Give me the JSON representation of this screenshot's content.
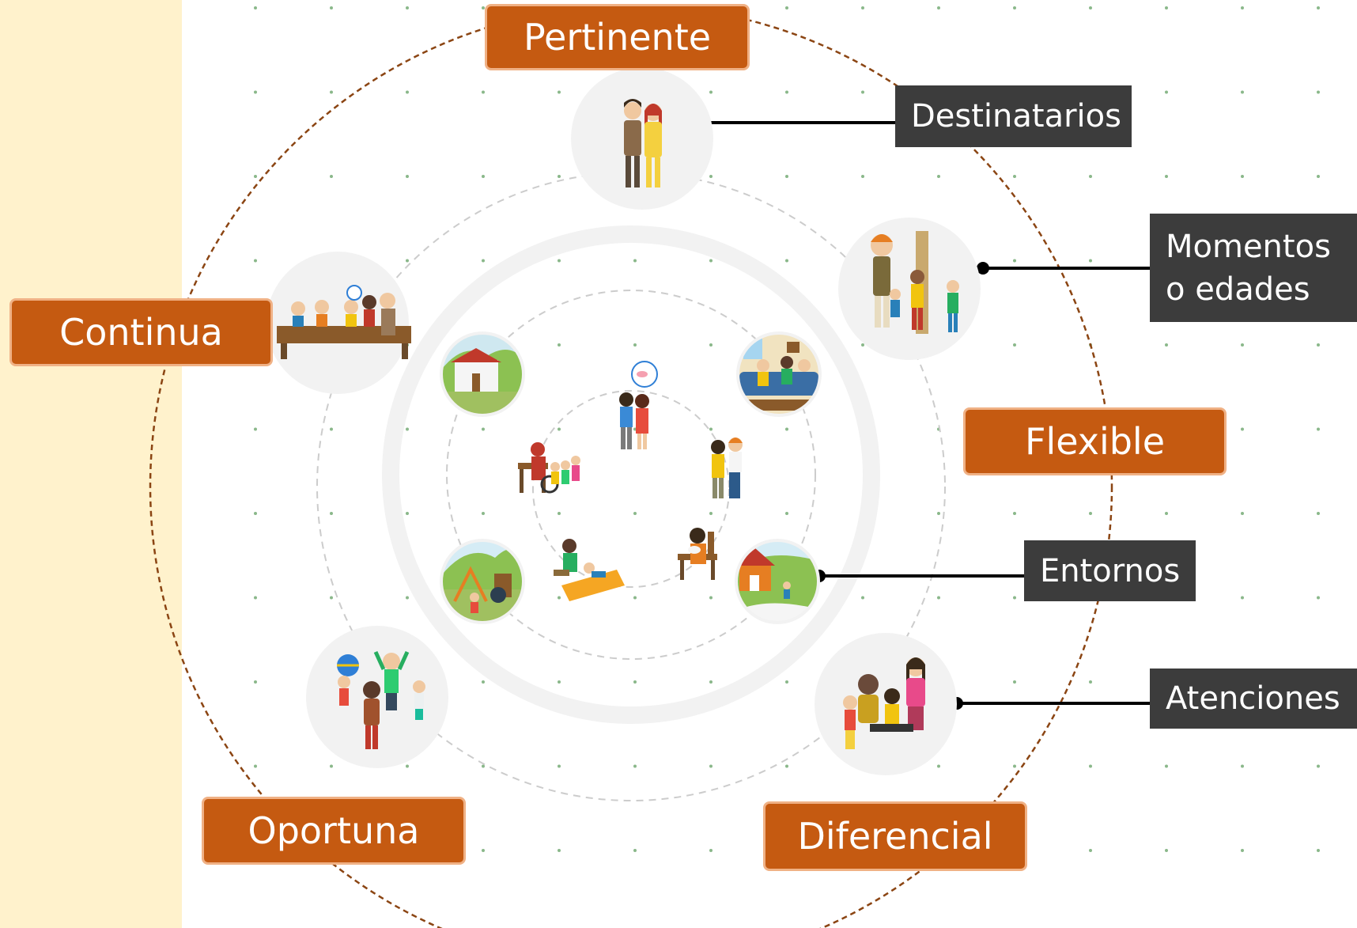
{
  "colors": {
    "accent": "#c55a11",
    "dark_label": "#3c3c3c",
    "sidebar": "#fff2cc",
    "dashed_ring": "#8b4513",
    "dot_grid": "#8ab88a"
  },
  "quality_labels": {
    "pertinente": "Pertinente",
    "continua": "Continua",
    "flexible": "Flexible",
    "oportuna": "Oportuna",
    "diferencial": "Diferencial"
  },
  "dimension_labels": {
    "destinatarios": "Destinatarios",
    "momentos_line1": "Momentos",
    "momentos_line2": "o edades",
    "entornos": "Entornos",
    "atenciones": "Atenciones"
  },
  "illustrations": {
    "outer": [
      "couple-icon",
      "measuring-children-icon",
      "caregivers-children-icon",
      "children-playing-icon",
      "children-table-icon"
    ],
    "middle": [
      "school-icon",
      "living-room-family-icon",
      "home-garden-icon",
      "playground-icon"
    ],
    "inner": [
      "parents-thinking-icon",
      "father-baby-icon",
      "mother-breastfeeding-icon",
      "crawling-baby-icon",
      "grandmother-children-icon"
    ]
  }
}
